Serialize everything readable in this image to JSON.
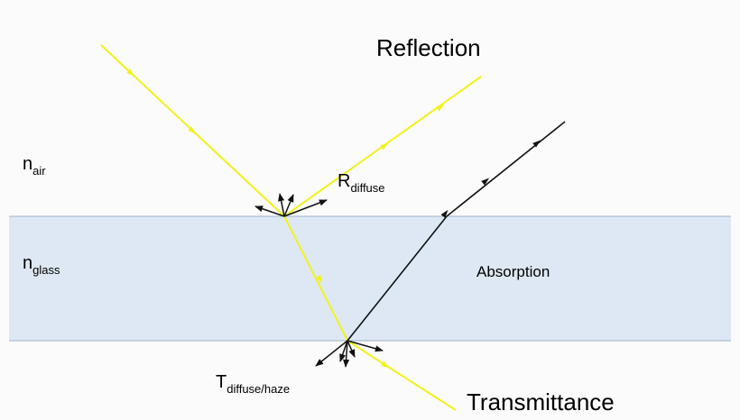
{
  "labels": {
    "reflection": "Reflection",
    "transmittance": "Transmittance",
    "absorption": "Absorption",
    "n_air": "n",
    "n_air_sub": "air",
    "n_glass": "n",
    "n_glass_sub": "glass",
    "r_diffuse": "R",
    "r_diffuse_sub": "diffuse",
    "t_diffuse": "T",
    "t_diffuse_sub": "diffuse/haze"
  },
  "colors": {
    "glass_fill": "#dde8f4",
    "glass_border": "#9fb3c8",
    "light_ray": "#f2f21a",
    "black_ray": "#111111",
    "background": "#fbfbfb"
  }
}
